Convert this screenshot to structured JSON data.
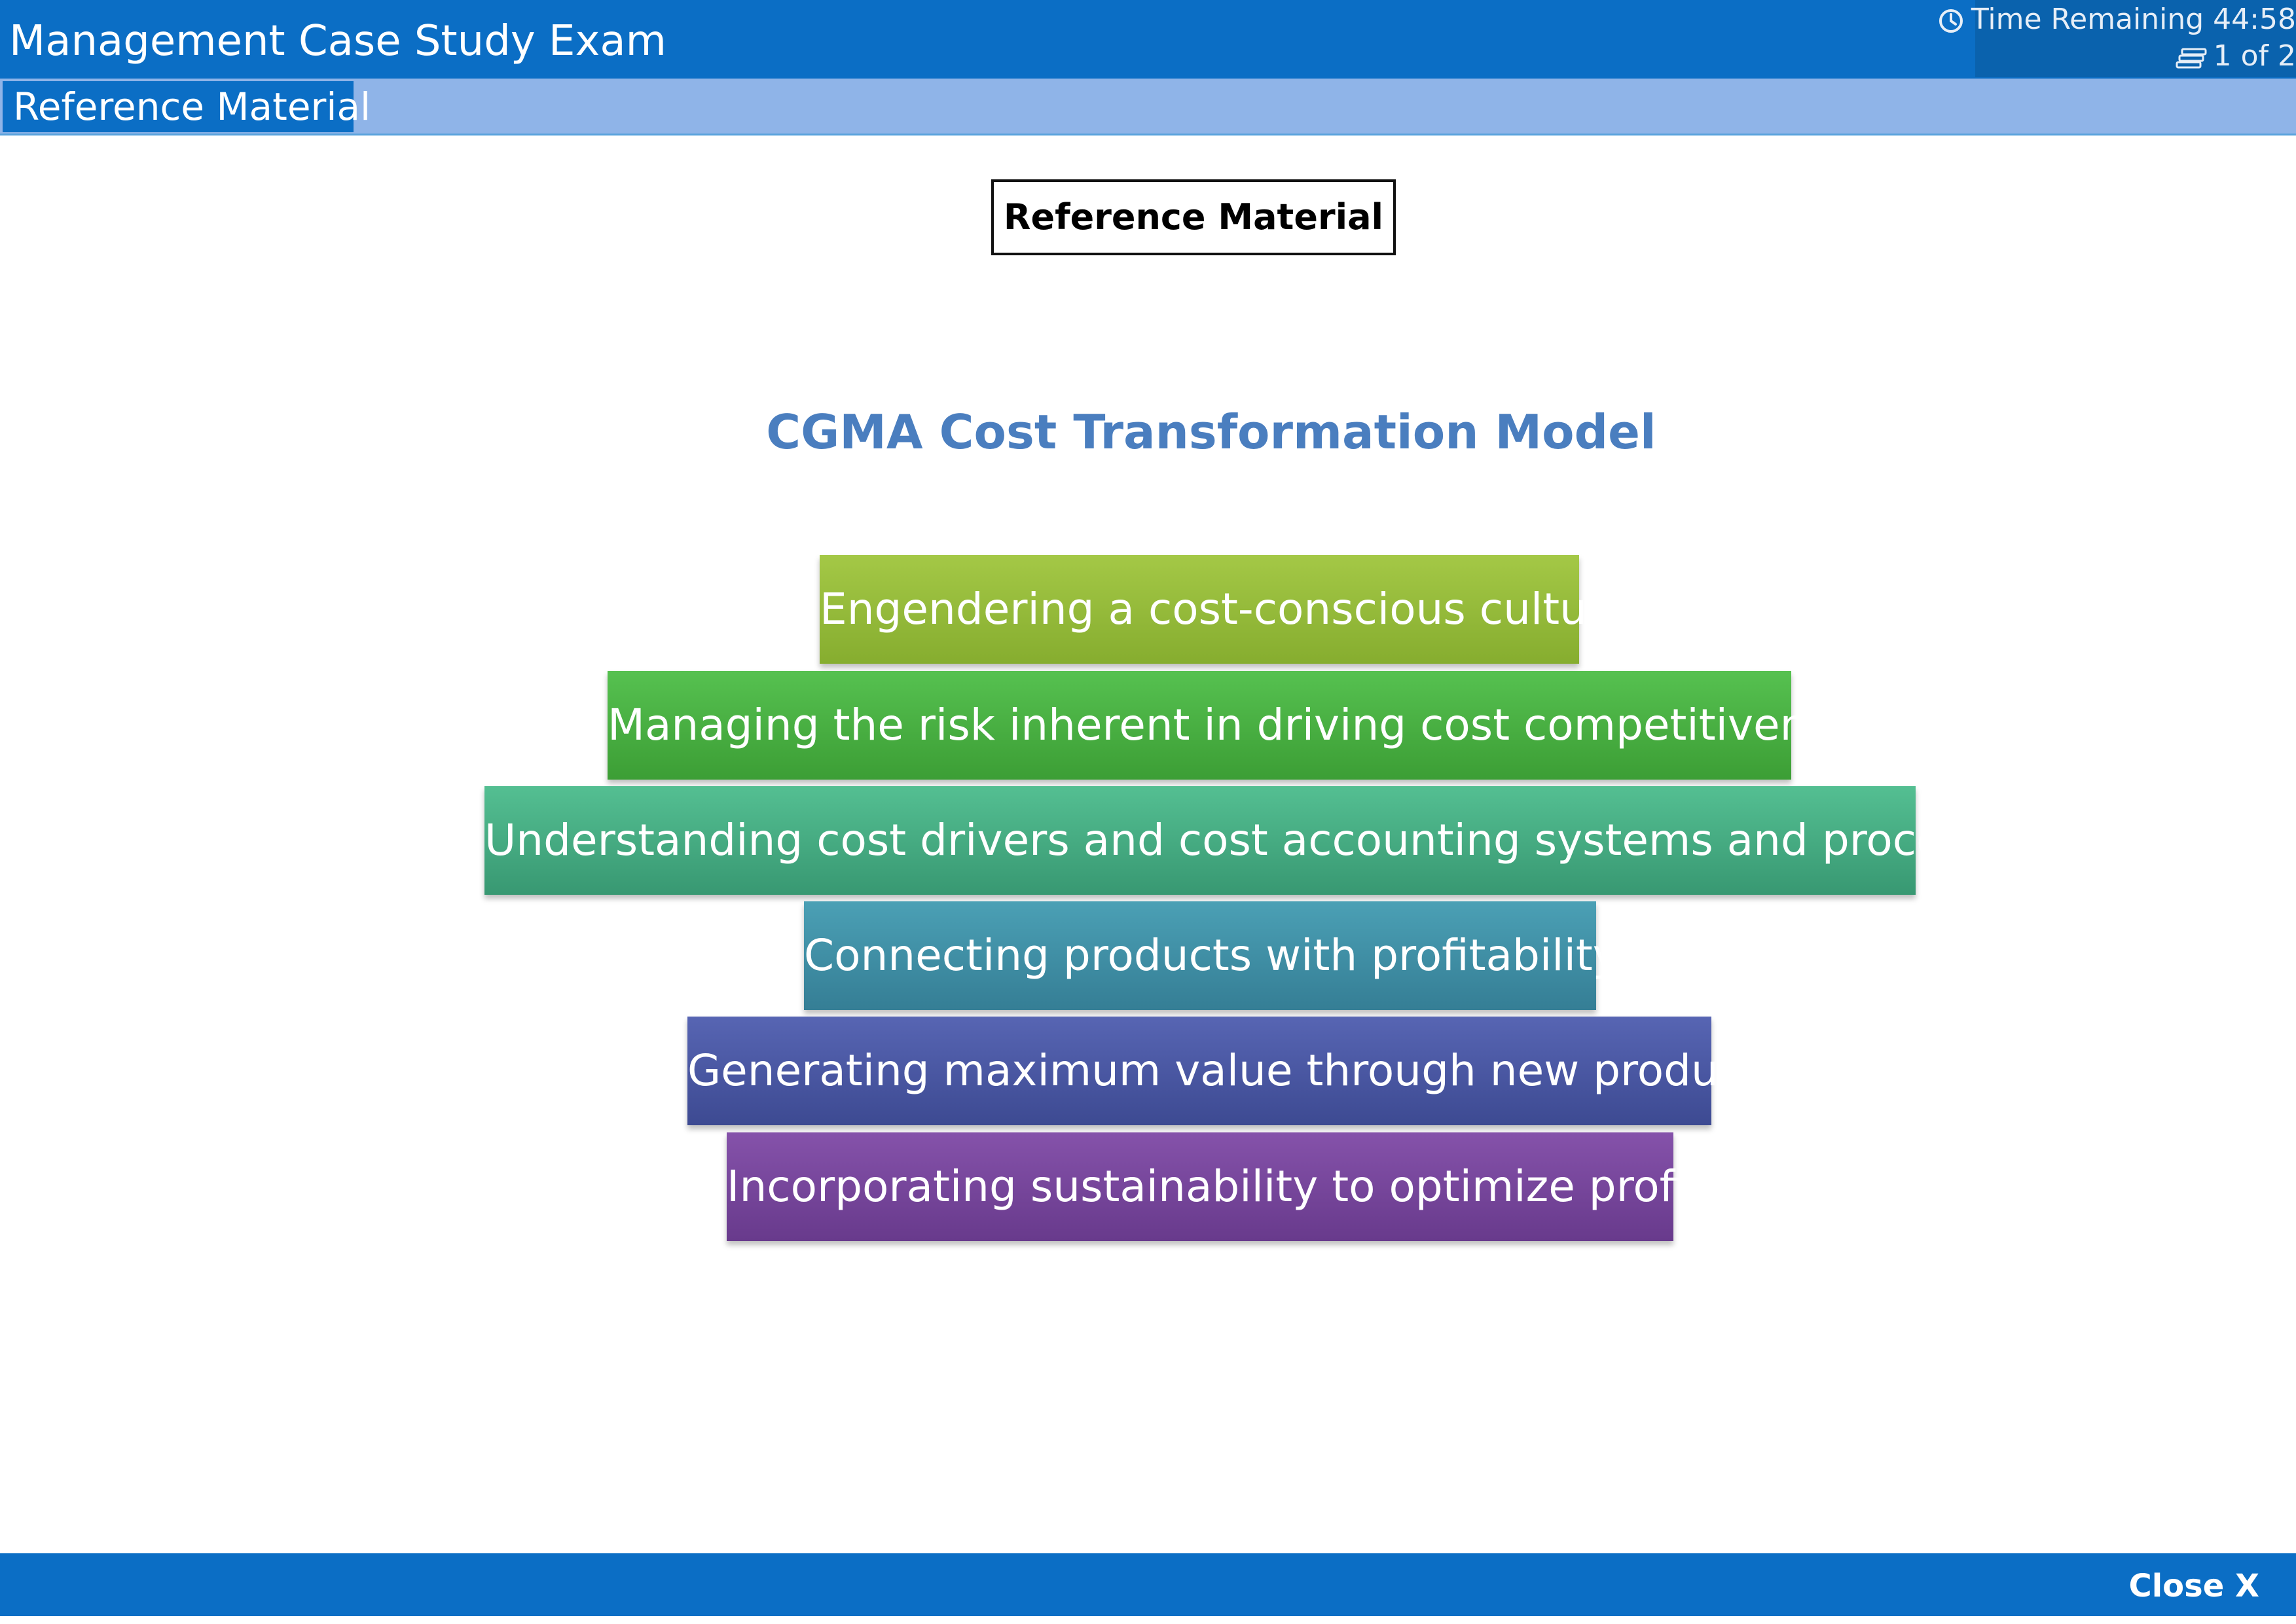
{
  "window": {
    "title": "Management Case Study Exam",
    "timer": "Time Remaining 44:58",
    "page_count": "1 of 2"
  },
  "tabs": [
    {
      "label": "Reference Material",
      "active": true
    }
  ],
  "main": {
    "section_label": "Reference Material",
    "diagram": {
      "title": "CGMA Cost Transformation Model",
      "layers": [
        {
          "label": "Engendering a cost-conscious culture",
          "color_top": "#a4c846",
          "color_bottom": "#86ad2f"
        },
        {
          "label": "Managing the risk inherent in driving cost competitiveness",
          "color_top": "#56c150",
          "color_bottom": "#3c9e35"
        },
        {
          "label": "Understanding cost drivers and cost accounting systems and processes",
          "color_top": "#54bf92",
          "color_bottom": "#389872"
        },
        {
          "label": "Connecting products with profitability",
          "color_top": "#4ba0b5",
          "color_bottom": "#357e95"
        },
        {
          "label": "Generating maximum value through new products",
          "color_top": "#5765b3",
          "color_bottom": "#3d4a92"
        },
        {
          "label": "Incorporating sustainability to optimize profits",
          "color_top": "#8552aa",
          "color_bottom": "#683a8c"
        }
      ]
    }
  },
  "footer": {
    "close_label": "Close X"
  },
  "colors": {
    "header": "#0b6ec5",
    "tab_bar": "#8fb4e8",
    "title_accent": "#4a7ebf"
  },
  "icons": {
    "timer": "clock-icon",
    "pages": "pages-icon"
  }
}
